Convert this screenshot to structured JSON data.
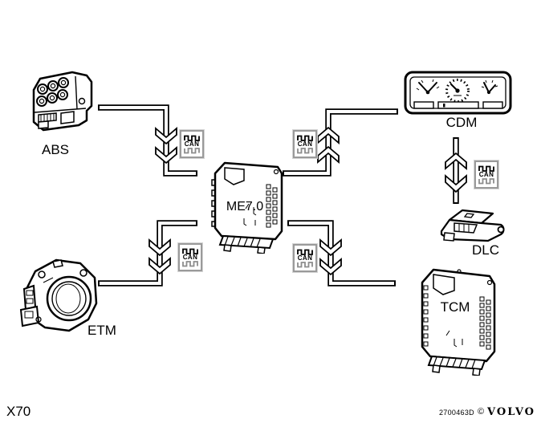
{
  "diagram": {
    "modules": {
      "abs": {
        "label": "ABS"
      },
      "etm": {
        "label": "ETM"
      },
      "me7": {
        "label": "ME7.0"
      },
      "cdm": {
        "label": "CDM"
      },
      "dlc": {
        "label": "DLC"
      },
      "tcm": {
        "label": "TCM"
      }
    },
    "can_badge": {
      "label": "CAN"
    },
    "connections": [
      {
        "from": "ABS",
        "to": "ME7.0"
      },
      {
        "from": "ETM",
        "to": "ME7.0"
      },
      {
        "from": "ME7.0",
        "to": "CDM"
      },
      {
        "from": "ME7.0",
        "to": "TCM"
      },
      {
        "from": "CDM",
        "to": "DLC"
      }
    ],
    "colors": {
      "line": "#000000",
      "background": "#ffffff",
      "badge_border": "#9a9a9a",
      "wave_alt": "#8c8c8c"
    }
  },
  "footer": {
    "reference": "X70",
    "document_number": "2700463D",
    "copyright": "©",
    "brand": "VOLVO"
  }
}
